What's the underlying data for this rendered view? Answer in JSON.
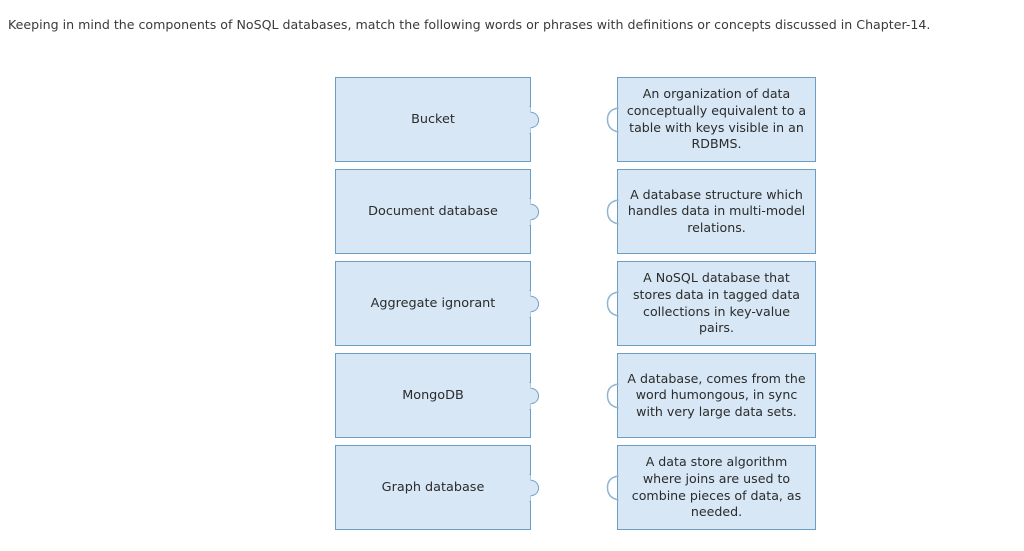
{
  "prompt": {
    "text": "Keeping in mind the components of NoSQL databases, match the following words or phrases with definitions or concepts discussed in Chapter-14."
  },
  "colors": {
    "piece_fill": "#d7e7f5",
    "piece_border": "#6c9ec4",
    "text": "#2b2b2b",
    "page_background": "#ffffff"
  },
  "terms": [
    {
      "label": "Bucket"
    },
    {
      "label": "Document database"
    },
    {
      "label": "Aggregate ignorant"
    },
    {
      "label": "MongoDB"
    },
    {
      "label": "Graph database"
    }
  ],
  "definitions": [
    {
      "label": "An organization of data conceptually equivalent to a table with keys visible in an RDBMS."
    },
    {
      "label": "A database structure which handles data in multi-model relations."
    },
    {
      "label": "A NoSQL database that stores data in tagged data collections in key-value pairs."
    },
    {
      "label": "A database, comes from the word humongous, in sync with very large data sets."
    },
    {
      "label": "A data store algorithm where joins are used to combine pieces of data, as needed."
    }
  ]
}
